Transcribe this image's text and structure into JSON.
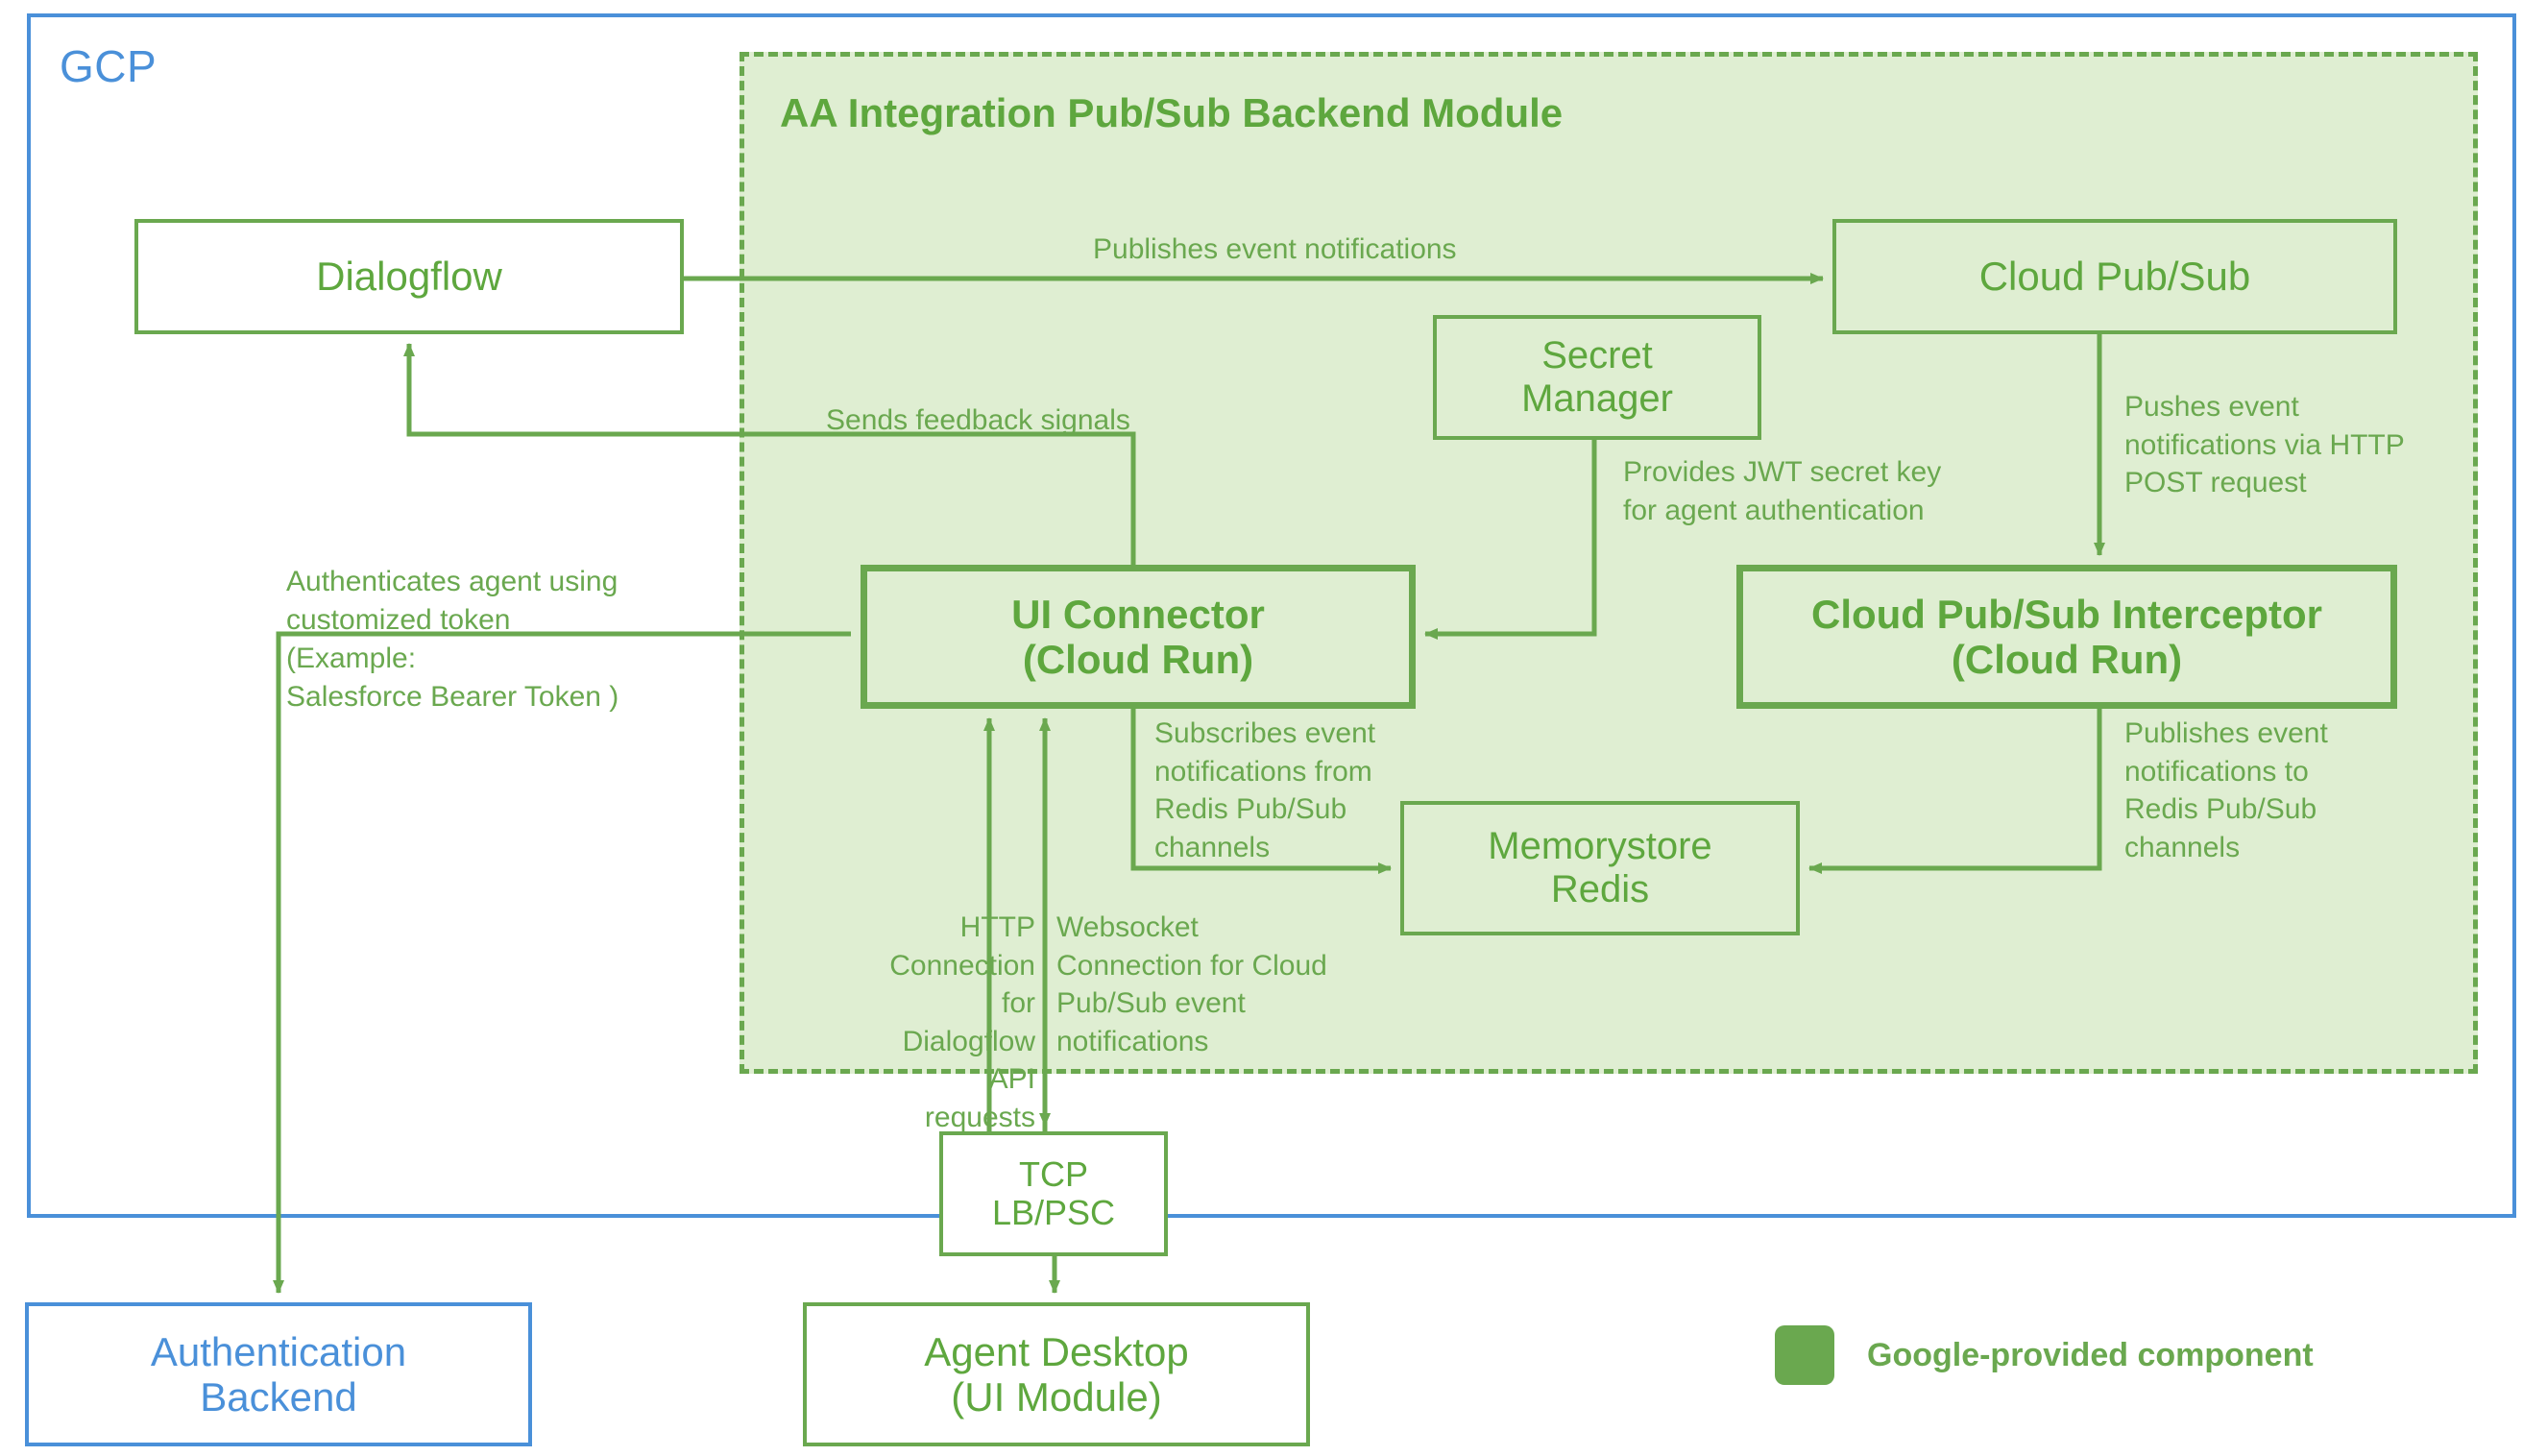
{
  "diagram": {
    "cloud_boundary_label": "GCP",
    "module_title": "AA Integration Pub/Sub Backend Module",
    "colors": {
      "cloud_blue": "#4a90d9",
      "google_green": "#6aa84f",
      "node_green_text": "#5ea73e",
      "module_fill": "#dfeed2"
    }
  },
  "nodes": {
    "dialogflow": "Dialogflow",
    "cloud_pubsub": "Cloud Pub/Sub",
    "secret_manager": "Secret\nManager",
    "ui_connector": "UI Connector\n(Cloud Run)",
    "interceptor": "Cloud Pub/Sub Interceptor\n(Cloud Run)",
    "memorystore_redis": "Memorystore\nRedis",
    "tcp_lb_psc": "TCP\nLB/PSC",
    "agent_desktop": "Agent Desktop\n(UI Module)",
    "auth_backend": "Authentication\nBackend"
  },
  "edge_labels": {
    "publishes_event_notifications": "Publishes event notifications",
    "sends_feedback_signals": "Sends feedback signals",
    "provides_jwt": "Provides JWT secret key\nfor agent authentication",
    "pushes_event_http_post": "Pushes event\nnotifications via HTTP\nPOST request",
    "subscribes_redis": "Subscribes event\nnotifications from\nRedis Pub/Sub\nchannels",
    "publishes_redis": "Publishes event\nnotifications to\nRedis Pub/Sub\nchannels",
    "http_connection": "HTTP\nConnection for\nDialogflow API\nrequests",
    "websocket_connection": "Websocket\nConnection for Cloud\nPub/Sub event\nnotifications",
    "authenticates_agent": "Authenticates agent using\ncustomized token",
    "authenticates_example": "(Example:\nSalesforce Bearer Token )"
  },
  "legend": {
    "swatch_color": "#6aa84f",
    "label": "Google-provided component"
  }
}
